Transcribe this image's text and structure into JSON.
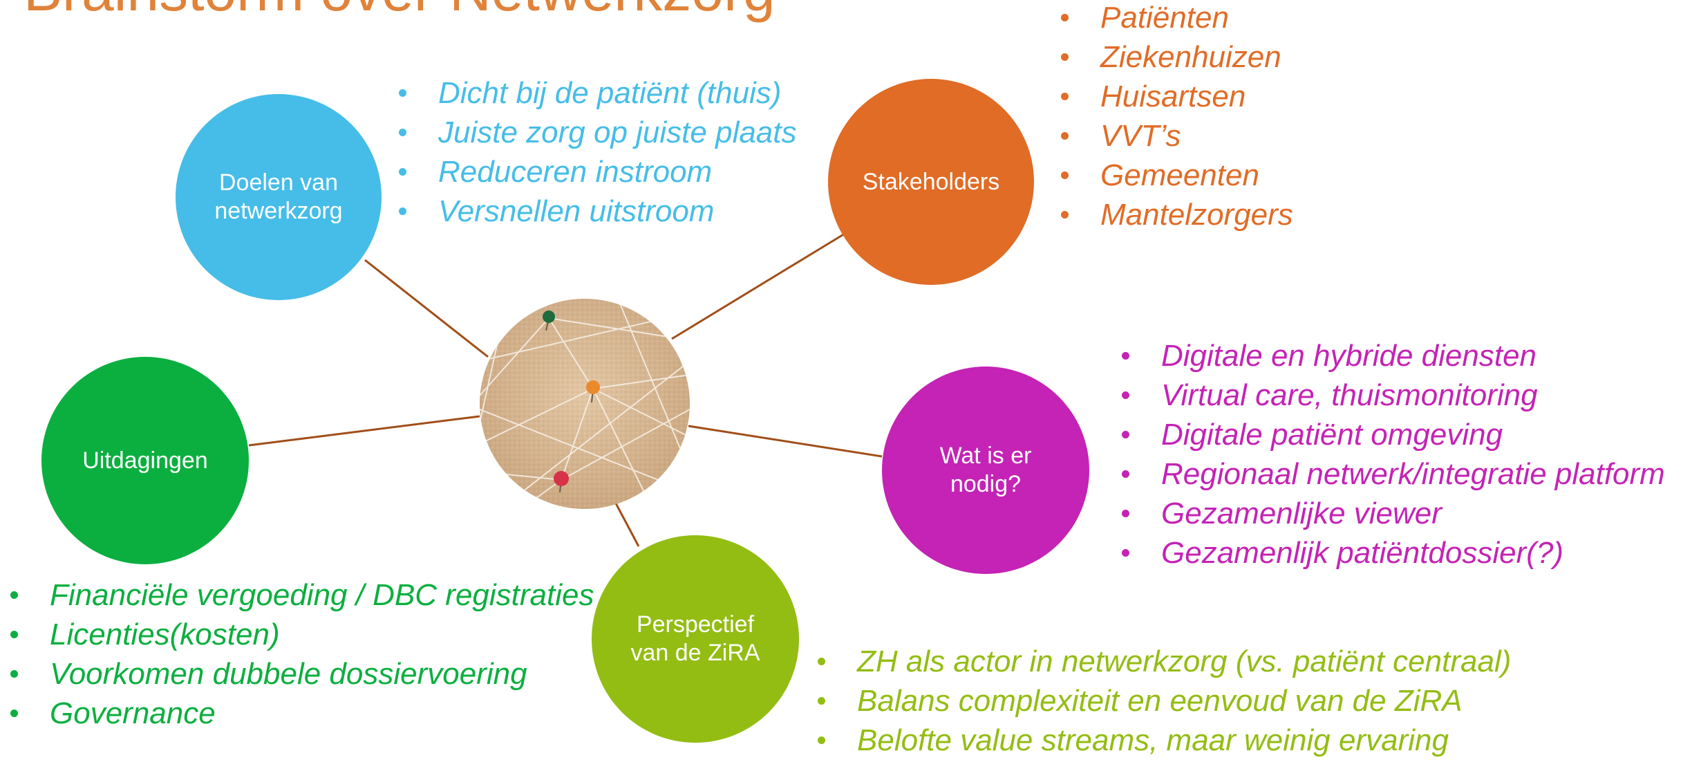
{
  "title": "Brainstorm over Netwerkzorg",
  "colors": {
    "blue": "#45BDE8",
    "orange": "#E06C26",
    "green": "#0BAF3F",
    "magenta": "#C423B5",
    "lime": "#93BD12",
    "connector": "#A04E18",
    "title": "#E0833A"
  },
  "center_image": {
    "description_icon": "network-pins-image"
  },
  "nodes": {
    "doelen": {
      "label_line1": "Doelen van",
      "label_line2": "netwerkzorg"
    },
    "stakeholders": {
      "label": "Stakeholders"
    },
    "uitdagingen": {
      "label": "Uitdagingen"
    },
    "wat_nodig": {
      "label_line1": "Wat is er",
      "label_line2": "nodig?"
    },
    "perspectief": {
      "label_line1": "Perspectief",
      "label_line2": "van de ZiRA"
    }
  },
  "lists": {
    "doelen": [
      "Dicht bij de patiënt (thuis)",
      "Juiste zorg op juiste plaats",
      "Reduceren instroom",
      "Versnellen uitstroom"
    ],
    "stakeholders": [
      "Patiënten",
      "Ziekenhuizen",
      "Huisartsen",
      "VVT’s",
      "Gemeenten",
      "Mantelzorgers"
    ],
    "wat_nodig": [
      "Digitale en hybride diensten",
      "Virtual care, thuismonitoring",
      "Digitale patiënt omgeving",
      "Regionaal netwerk/integratie platform",
      "Gezamenlijke viewer",
      "Gezamenlijk patiëntdossier(?)"
    ],
    "uitdagingen": [
      "Financiële vergoeding / DBC registraties",
      "Licenties(kosten)",
      "Voorkomen dubbele dossiervoering",
      "Governance"
    ],
    "perspectief": [
      "ZH als actor in netwerkzorg (vs. patiënt centraal)",
      "Balans complexiteit en eenvoud van de ZiRA",
      "Belofte value streams, maar weinig ervaring"
    ]
  }
}
